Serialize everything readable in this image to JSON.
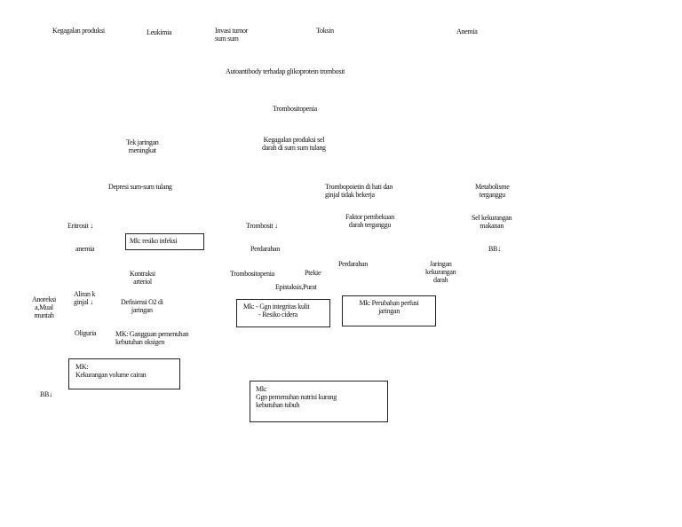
{
  "top_causes": {
    "kegagalan_produksi": "Kegagalan produksi",
    "leukimia": "Leukimia",
    "invasi_line1": "Invasi tumor",
    "invasi_line2": "sum sum",
    "toksin": "Toksin",
    "anemia": "Anemia"
  },
  "autoantibody": "Autoantibody terhadap glikoprotein trombosit",
  "trombositopenia_main": "Trombositopenia",
  "tek_jaringan": {
    "line1": "Tek jaringan",
    "line2": "meningkat"
  },
  "kegagalan_sel": {
    "line1": "Kegagalan produksi sel",
    "line2": "darah di sum sum tulang"
  },
  "depresi": "Depresi sum-sum tulang",
  "trombopoietin": {
    "line1": "Trombopoietin di hati dan",
    "line2": "ginjal tidak bekerja"
  },
  "metabolisme": {
    "line1": "Metabolisme",
    "line2": "terganggu"
  },
  "eritrosit": "Eritrosit ↓",
  "trombosit": "Trombosit ↓",
  "faktor_pembekuan": {
    "line1": "Faktor pembekuan",
    "line2": "darah terganggu"
  },
  "sel_kekurangan": {
    "line1": "Sel kekurangan",
    "line2": "makanan"
  },
  "mk_resiko_infeksi": "Mk: resiko infeksi",
  "anemia_left": "anemia",
  "perdarahan_mid": "Perdarahan",
  "bb_right": "BB↓",
  "perdarahan_right": "Perdarahan",
  "jaringan_kurang": {
    "line1": "Jaringan",
    "line2": "kekurangan",
    "line3": "darah"
  },
  "kontraksi": {
    "line1": "Kontraksi",
    "line2": "arteriol"
  },
  "trombositopenia_2": "Trombositopenia",
  "ptekie": "Ptekie",
  "epistaksis": "Epistaksis,Purat",
  "anoreksia": {
    "line1": "Anoreksi",
    "line2": "a,Mual",
    "line3": "muntah"
  },
  "aliran": {
    "line1": "Aliran k",
    "line2": "ginjal ↓"
  },
  "defisiensi": {
    "line1": "Defisiensi O2 di",
    "line2": "jaringan"
  },
  "mk_integritas": {
    "line1": "Mk: - Ggn integritas kulit",
    "line2": "- Resiko cidera"
  },
  "mk_perfusi": {
    "line1": "Mk: Perubahan perfusi",
    "line2": "jaringan"
  },
  "oliguria": "Oliguria",
  "mk_oksigen": {
    "line1": "MK: Gangguan pemenuhan",
    "line2": "kebutuhan oksigen"
  },
  "mk_cairan": {
    "line1": "MK:",
    "line2": "Kekurangan volume cairan"
  },
  "bb_left": "BB↓",
  "mk_nutrisi": {
    "line1": "Mk:",
    "line2": "Ggn pemenuhan nutrisi kurang",
    "line3": "kebutuhan tubuh"
  }
}
